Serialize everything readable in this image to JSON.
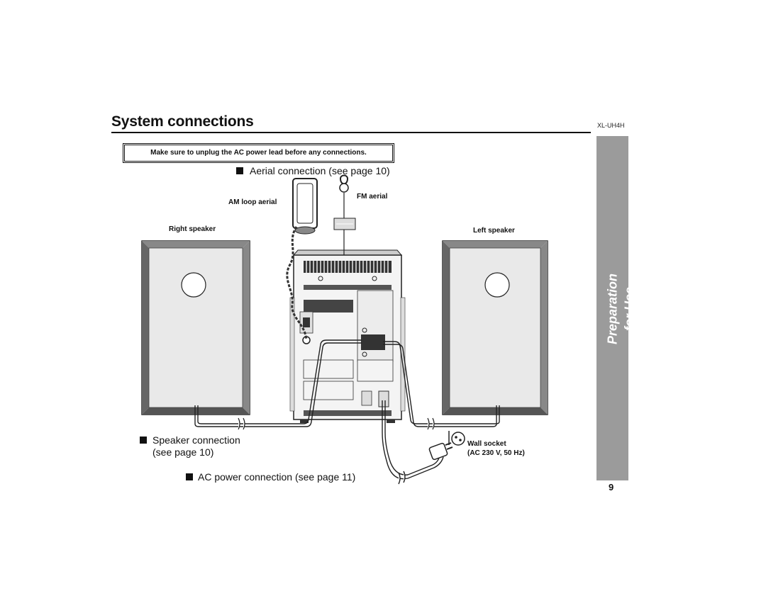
{
  "page": {
    "title": "System connections",
    "model": "XL-UH4H",
    "side_tab": "Preparation for Use",
    "page_number": "9"
  },
  "notice": "Make sure to unplug the AC power lead before any connections.",
  "sections": {
    "aerial": "Aerial connection (see page 10)",
    "speaker_line1": "Speaker connection",
    "speaker_line2": "(see page 10)",
    "ac_power": "AC power connection (see page 11)"
  },
  "labels": {
    "am_loop": "AM loop aerial",
    "fm": "FM aerial",
    "right_speaker": "Right speaker",
    "left_speaker": "Left speaker",
    "wall_socket": "Wall socket",
    "ac_spec": "(AC 230 V, 50 Hz)"
  },
  "icons": [
    "square-bullet-icon",
    "am-loop-aerial-icon",
    "fm-aerial-icon",
    "speaker-icon",
    "main-unit-icon",
    "plug-icon",
    "wall-socket-icon"
  ]
}
